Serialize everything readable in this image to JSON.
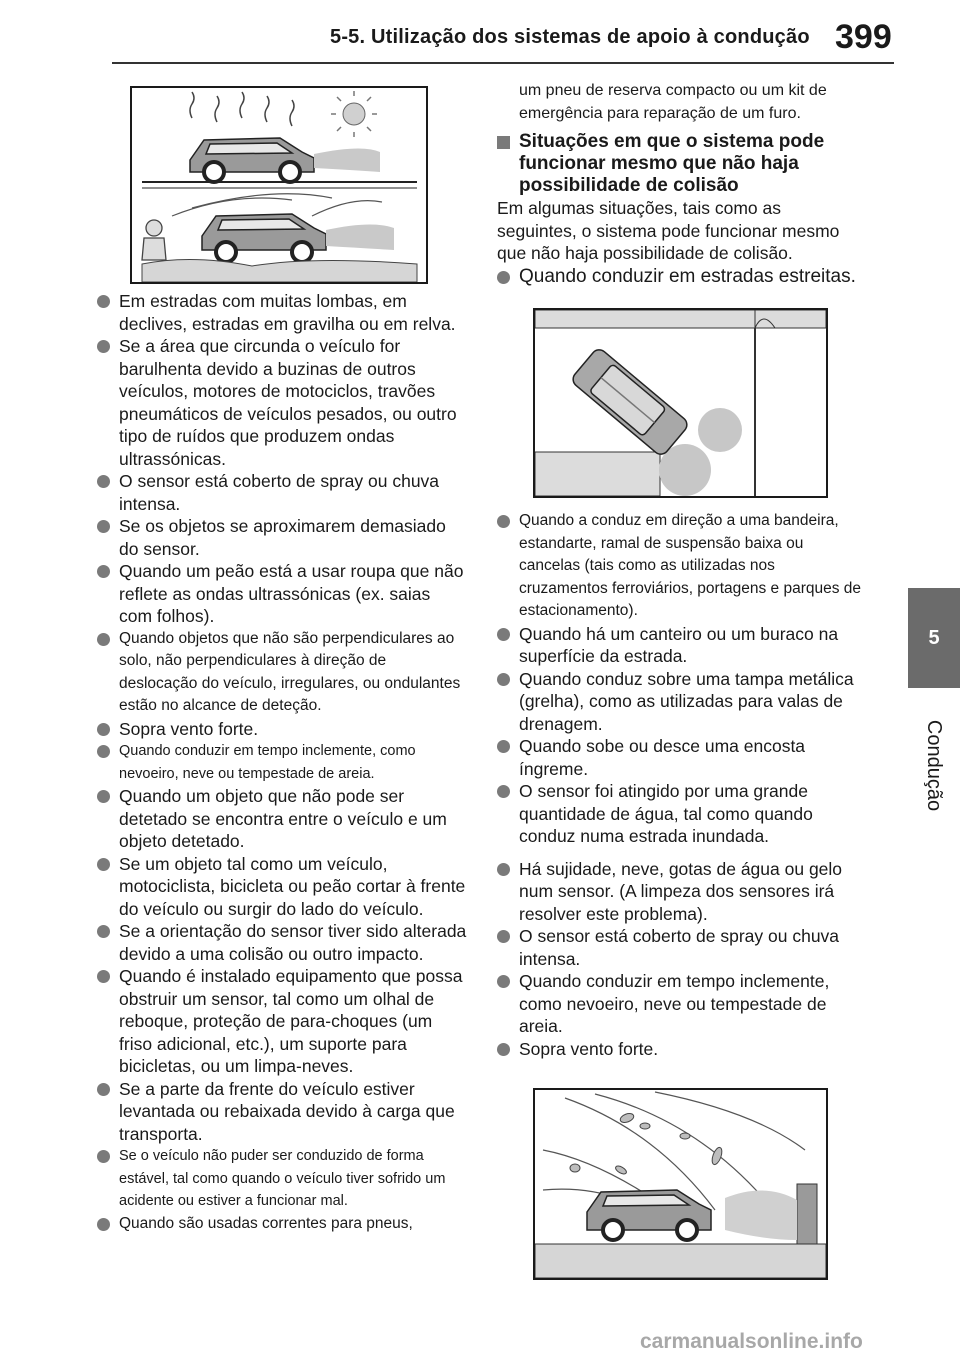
{
  "header": {
    "section_title": "5-5. Utilização dos sistemas de apoio à condução",
    "page_number": "399"
  },
  "side_tab": {
    "chapter_number": "5",
    "chapter_label": "Condução"
  },
  "left_column": {
    "items": [
      "Em estradas com muitas lombas, em declives, estradas em gravilha ou em relva.",
      "Se a área que circunda o veículo for barulhenta devido a buzinas de outros veículos, motores de motociclos, travões pneumáticos de veículos pesados, ou outro tipo de ruídos que produzem ondas ultrassónicas.",
      "O sensor está coberto de spray ou chuva intensa.",
      "Se os objetos se aproximarem demasiado do sensor.",
      "Quando um peão está a usar roupa que não reflete as ondas ultrassónicas (ex. saias com folhos).",
      "Quando objetos que não são perpendiculares ao solo, não perpendiculares à direção de deslocação do veículo, irregulares, ou ondulantes estão no alcance de deteção.",
      "Sopra vento forte.",
      "Quando conduzir em tempo inclemente, como nevoeiro, neve ou tempestade de areia.",
      "Quando um objeto que não pode ser detetado se encontra entre o veículo e um objeto detetado.",
      "Se um objeto tal como um veículo, motociclista, bicicleta ou peão cortar à frente do veículo ou surgir do lado do veículo.",
      "Se a orientação do sensor tiver sido alterada devido a uma colisão ou outro impacto.",
      "Quando é instalado equipamento que possa obstruir um sensor, tal como um olhal de reboque, proteção de para-choques (um friso adicional, etc.), um suporte para bicicletas, ou um limpa-neves.",
      "Se a parte da frente do veículo estiver levantada ou rebaixada devido à carga que transporta.",
      "Se o veículo não puder ser conduzido de forma estável, tal como quando o veículo tiver sofrido um acidente ou estiver a funcionar mal.",
      "Quando são usadas correntes para pneus,"
    ]
  },
  "right_column": {
    "continuation": "um pneu de reserva compacto ou um kit de emergência para reparação de um furo.",
    "section_heading": "Situações em que o sistema pode funcionar mesmo que não haja possibilidade de colisão",
    "section_intro": "Em algumas situações, tais como as seguintes, o sistema pode funcionar mesmo que não haja possibilidade de colisão.",
    "lead_item": "Quando conduzir em estradas estreitas.",
    "items_a": [
      "Quando a conduz em direção a uma bandeira, estandarte, ramal de suspensão baixa ou cancelas (tais como as utilizadas nos cruzamentos ferroviários, portagens e parques de estacionamento).",
      "Quando há um canteiro ou um buraco na superfície da estrada.",
      "Quando conduz sobre uma tampa metálica (grelha), como as utilizadas para valas de drenagem.",
      "Quando sobe ou desce uma encosta íngreme.",
      "O sensor foi atingido por uma grande quantidade de água, tal como quando conduz numa estrada inundada."
    ],
    "items_b": [
      "Há sujidade, neve, gotas de água ou gelo num sensor. (A limpeza dos sensores irá resolver este problema).",
      "O sensor está coberto de spray ou chuva intensa.",
      "Quando conduzir em tempo inclemente, como nevoeiro, neve ou tempestade de areia.",
      "Sopra vento forte."
    ]
  },
  "watermark": "carmanualsonline.info",
  "colors": {
    "bullet": "#7a7a7a",
    "side_tab": "#6b6b6b",
    "text": "#1a1a1a"
  }
}
